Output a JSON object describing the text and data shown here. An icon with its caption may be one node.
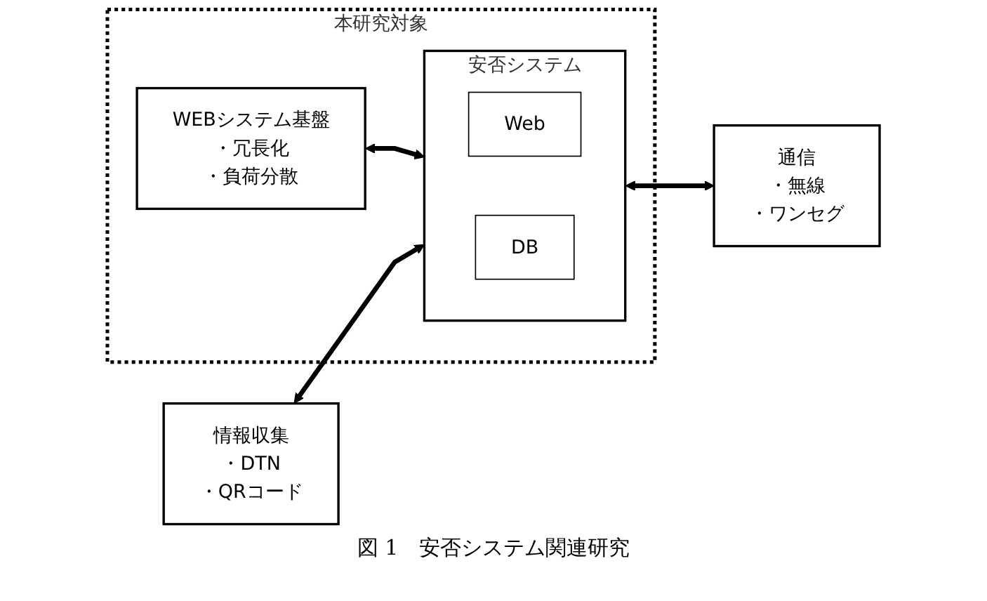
{
  "diagram": {
    "caption": "図 1　安否システム関連研究",
    "nodes": [
      {
        "text": [
          "本研究対象"
        ]
      },
      {
        "text": [
          "WEBシステム基盤",
          "・冗長化",
          "・負荷分散"
        ],
        "in": 0
      },
      {
        "text": [
          "安否システム"
        ],
        "in": 0
      },
      {
        "text": [
          "Web"
        ],
        "in": 2
      },
      {
        "text": [
          "DB"
        ],
        "in": 2
      },
      {
        "text": [
          "情報収集",
          "・DTN",
          "・QRコード"
        ]
      },
      {
        "text": [
          "通信",
          "・無線",
          "・ワンセグ"
        ]
      }
    ],
    "edges": [
      {
        "from": 1,
        "to": 2,
        "arrow": "both"
      },
      {
        "from": 5,
        "to": 2,
        "arrow": "both"
      },
      {
        "from": 2,
        "to": 6,
        "arrow": "both"
      }
    ]
  }
}
